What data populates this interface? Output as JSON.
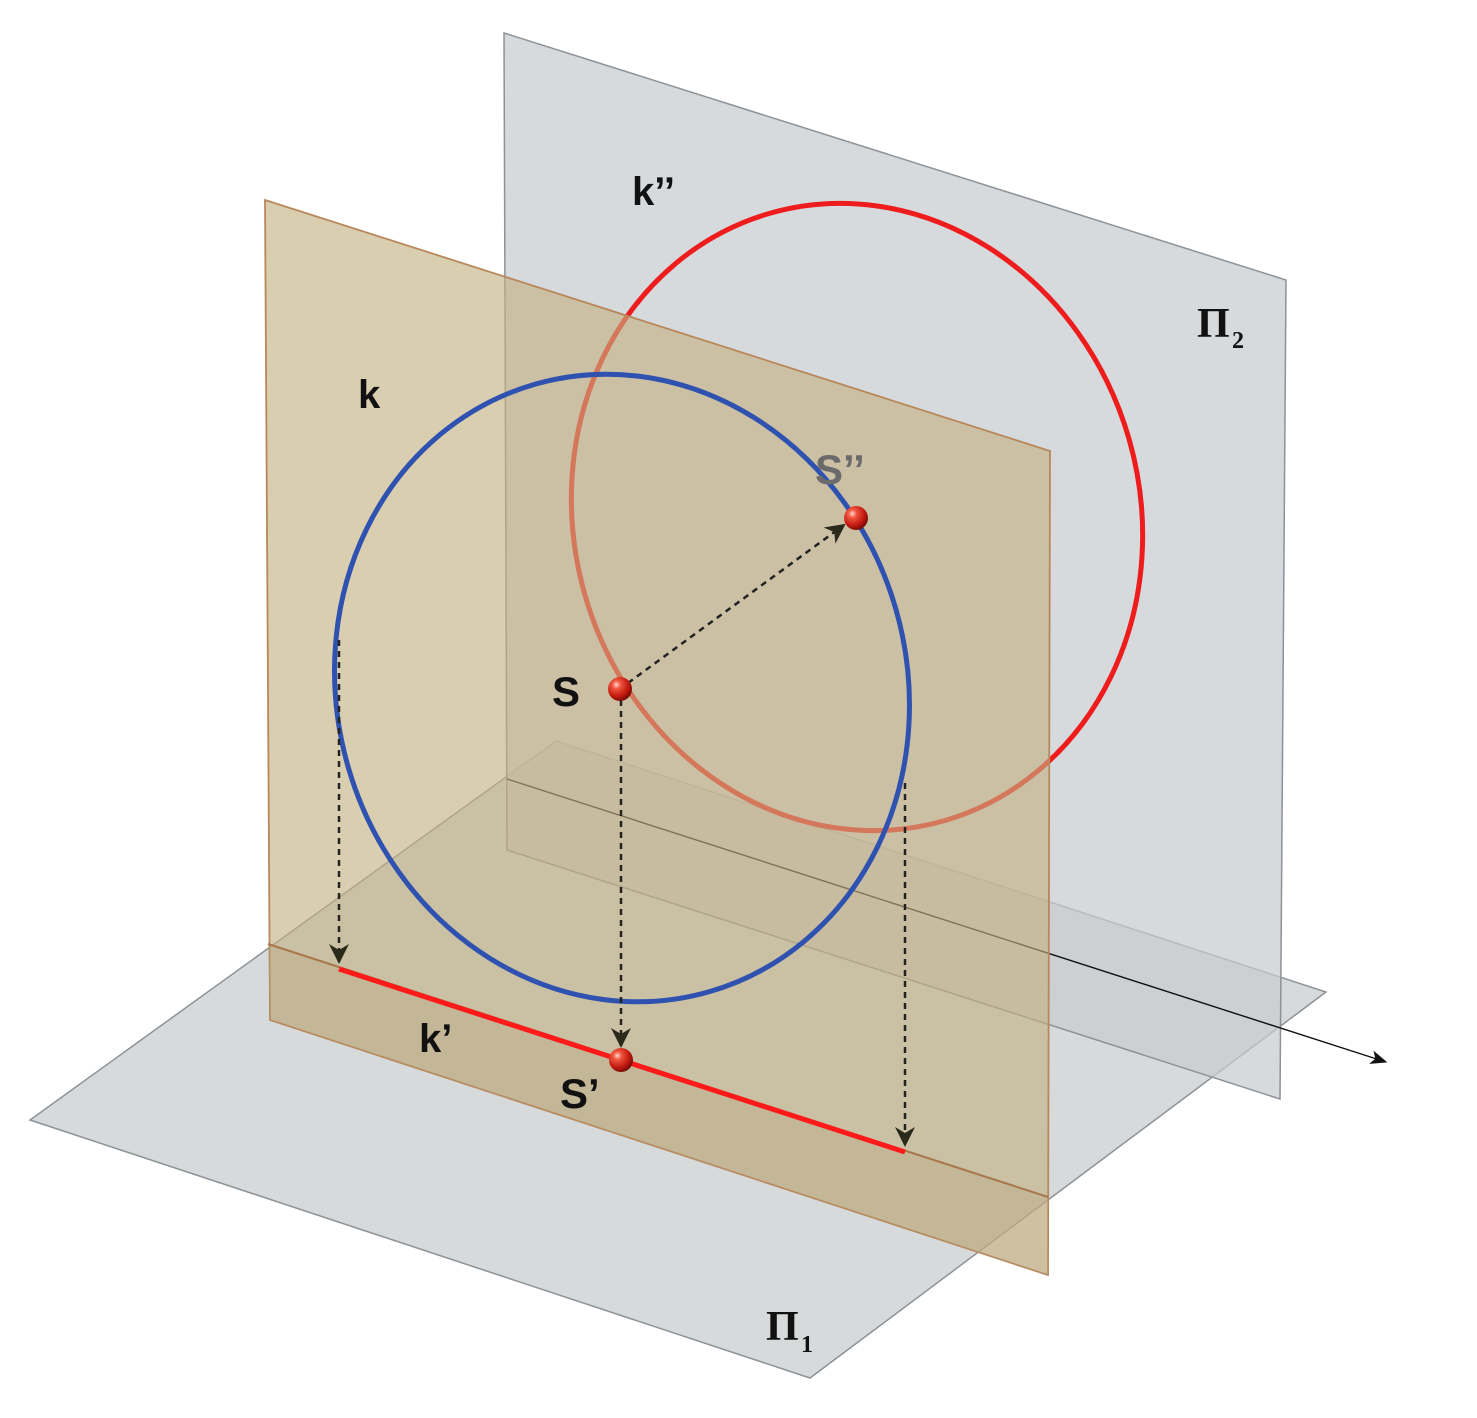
{
  "labels": {
    "k": "k",
    "k_double_prime": "k’’",
    "k_prime": "k’",
    "S": "S",
    "S_double_prime": "S’’",
    "S_prime": "S’",
    "pi2_symbol": "Π",
    "pi2_subscript": "2",
    "pi1_symbol": "Π",
    "pi1_subscript": "1"
  },
  "colors": {
    "background": "#ffffff",
    "projection_plane_fill": "#c8ccce",
    "projection_plane_edge": "#8d9297",
    "circle_plane_fill": "#c4b081",
    "circle_plane_edge": "#b8875a",
    "circle_k": "#2f52b0",
    "circle_k_projection_front": "#ee1c1c",
    "circle_k_projection_ground": "#ff1a1a",
    "point": "#e0281c",
    "projector": "#222222",
    "label_dark": "#111111",
    "label_grey": "#6b6b6b"
  }
}
